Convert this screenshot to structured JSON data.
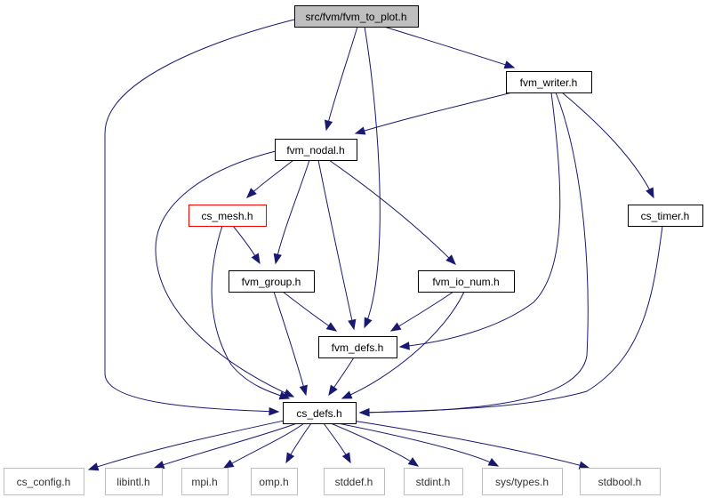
{
  "diagram": {
    "colors": {
      "edge": "#191970",
      "root_fill": "#bfbfbf",
      "normal_border": "#000000",
      "highlight_border": "#ff0000",
      "external_border": "#bfbfbf"
    },
    "nodes": [
      {
        "id": "fvm_to_plot",
        "label": "src/fvm/fvm_to_plot.h",
        "kind": "root"
      },
      {
        "id": "fvm_writer",
        "label": "fvm_writer.h",
        "kind": "normal"
      },
      {
        "id": "fvm_nodal",
        "label": "fvm_nodal.h",
        "kind": "normal"
      },
      {
        "id": "cs_mesh",
        "label": "cs_mesh.h",
        "kind": "highlight"
      },
      {
        "id": "cs_timer",
        "label": "cs_timer.h",
        "kind": "normal"
      },
      {
        "id": "fvm_group",
        "label": "fvm_group.h",
        "kind": "normal"
      },
      {
        "id": "fvm_io_num",
        "label": "fvm_io_num.h",
        "kind": "normal"
      },
      {
        "id": "fvm_defs",
        "label": "fvm_defs.h",
        "kind": "normal"
      },
      {
        "id": "cs_defs",
        "label": "cs_defs.h",
        "kind": "normal"
      },
      {
        "id": "cs_config",
        "label": "cs_config.h",
        "kind": "external"
      },
      {
        "id": "libintl",
        "label": "libintl.h",
        "kind": "external"
      },
      {
        "id": "mpi",
        "label": "mpi.h",
        "kind": "external"
      },
      {
        "id": "omp",
        "label": "omp.h",
        "kind": "external"
      },
      {
        "id": "stddef",
        "label": "stddef.h",
        "kind": "external"
      },
      {
        "id": "stdint",
        "label": "stdint.h",
        "kind": "external"
      },
      {
        "id": "sys_types",
        "label": "sys/types.h",
        "kind": "external"
      },
      {
        "id": "stdbool",
        "label": "stdbool.h",
        "kind": "external"
      }
    ],
    "edges": [
      {
        "from": "fvm_to_plot",
        "to": "cs_defs"
      },
      {
        "from": "fvm_to_plot",
        "to": "fvm_nodal"
      },
      {
        "from": "fvm_to_plot",
        "to": "fvm_defs"
      },
      {
        "from": "fvm_to_plot",
        "to": "fvm_writer"
      },
      {
        "from": "fvm_writer",
        "to": "fvm_nodal"
      },
      {
        "from": "fvm_writer",
        "to": "fvm_defs"
      },
      {
        "from": "fvm_writer",
        "to": "cs_defs"
      },
      {
        "from": "fvm_writer",
        "to": "cs_timer"
      },
      {
        "from": "fvm_nodal",
        "to": "cs_defs"
      },
      {
        "from": "fvm_nodal",
        "to": "cs_mesh"
      },
      {
        "from": "fvm_nodal",
        "to": "fvm_group"
      },
      {
        "from": "fvm_nodal",
        "to": "fvm_defs"
      },
      {
        "from": "fvm_nodal",
        "to": "fvm_io_num"
      },
      {
        "from": "cs_mesh",
        "to": "cs_defs"
      },
      {
        "from": "cs_mesh",
        "to": "fvm_group"
      },
      {
        "from": "cs_timer",
        "to": "cs_defs"
      },
      {
        "from": "fvm_group",
        "to": "fvm_defs"
      },
      {
        "from": "fvm_group",
        "to": "cs_defs"
      },
      {
        "from": "fvm_io_num",
        "to": "fvm_defs"
      },
      {
        "from": "fvm_io_num",
        "to": "cs_defs"
      },
      {
        "from": "fvm_defs",
        "to": "cs_defs"
      },
      {
        "from": "cs_defs",
        "to": "cs_config"
      },
      {
        "from": "cs_defs",
        "to": "libintl"
      },
      {
        "from": "cs_defs",
        "to": "mpi"
      },
      {
        "from": "cs_defs",
        "to": "omp"
      },
      {
        "from": "cs_defs",
        "to": "stddef"
      },
      {
        "from": "cs_defs",
        "to": "stdint"
      },
      {
        "from": "cs_defs",
        "to": "sys_types"
      },
      {
        "from": "cs_defs",
        "to": "stdbool"
      }
    ]
  }
}
